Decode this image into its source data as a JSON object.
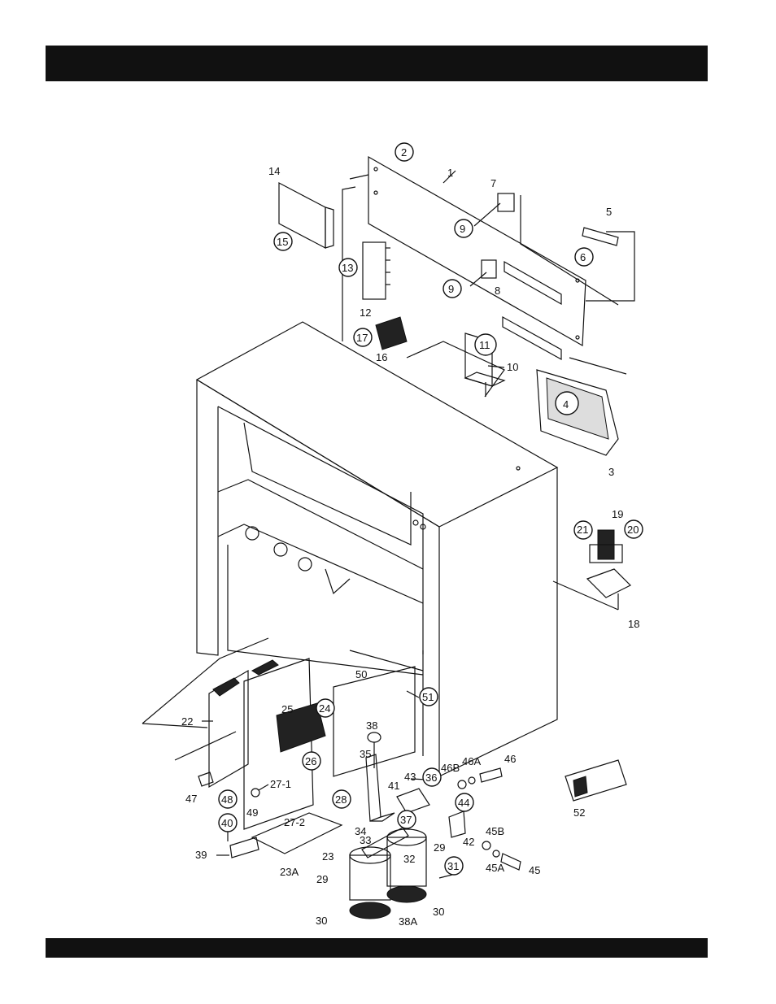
{
  "header_bar": {
    "text": ""
  },
  "footer_bar": {
    "text": ""
  },
  "labels": {
    "l1": "1",
    "l2": "2",
    "l3": "3",
    "l4": "4",
    "l5": "5",
    "l6": "6",
    "l7": "7",
    "l8": "8",
    "l9a": "9",
    "l9b": "9",
    "l10": "10",
    "l11": "11",
    "l12": "12",
    "l13": "13",
    "l14": "14",
    "l15": "15",
    "l16": "16",
    "l17": "17",
    "l18": "18",
    "l19": "19",
    "l20": "20",
    "l21": "21",
    "l22": "22",
    "l23": "23",
    "l23a": "23A",
    "l24": "24",
    "l25": "25",
    "l26": "26",
    "l27_1": "27-1",
    "l27_2": "27-2",
    "l28": "28",
    "l29a": "29",
    "l29b": "29",
    "l30a": "30",
    "l30b": "30",
    "l31": "31",
    "l32": "32",
    "l33": "33",
    "l34": "34",
    "l35": "35",
    "l36": "36",
    "l37": "37",
    "l38": "38",
    "l38a": "38A",
    "l39": "39",
    "l40": "40",
    "l41": "41",
    "l42": "42",
    "l43": "43",
    "l44": "44",
    "l45": "45",
    "l45a": "45A",
    "l45b": "45B",
    "l46": "46",
    "l46a": "46A",
    "l46b": "46B",
    "l47": "47",
    "l48": "48",
    "l49": "49",
    "l50": "50",
    "l51": "51",
    "l52": "52"
  }
}
